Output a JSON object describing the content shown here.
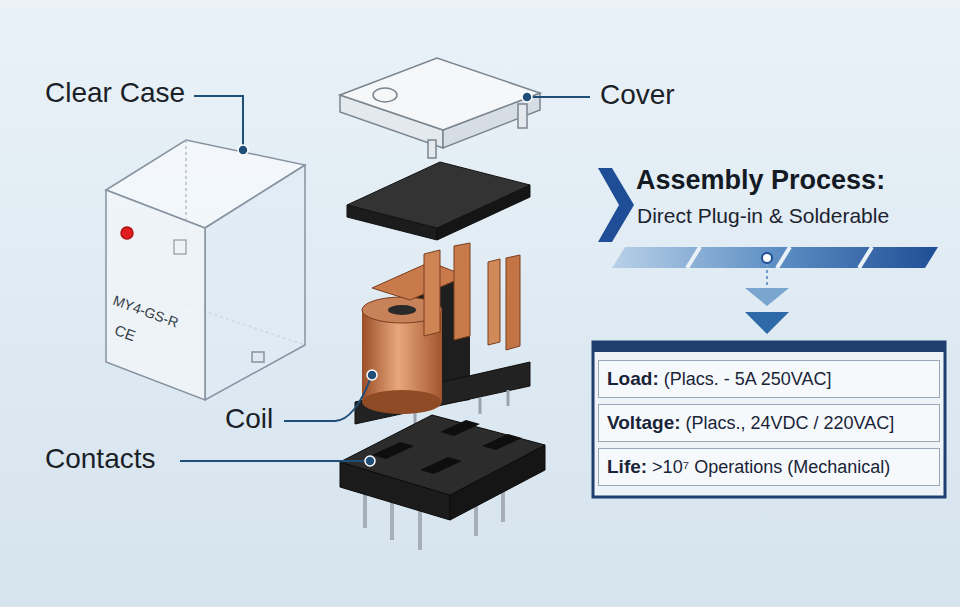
{
  "diagram": {
    "nodes": [
      {
        "text": [
          "Load:",
          "(Placs. - 5A 250VAC]"
        ]
      },
      {
        "text": [
          "Voltage:",
          "(Placs., 24VDC / 220VAC]"
        ]
      },
      {
        "text": [
          "Life:",
          ">10⁷ Operations (Mechanical)"
        ]
      }
    ],
    "labels": [
      "Clear Case",
      "Cover",
      "Coil",
      "Contacts",
      "MY4-GS-R",
      "CE",
      "Assembly Process:",
      "Direct Plug-in & Solderable"
    ]
  }
}
